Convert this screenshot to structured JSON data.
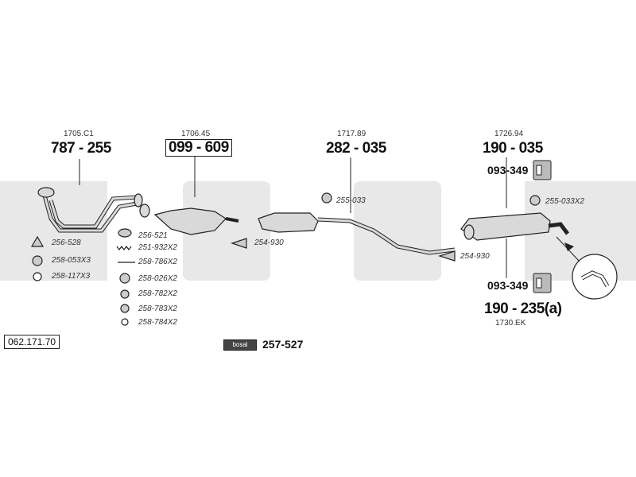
{
  "catalog_number": "062.171.70",
  "watermark_text": "bosal",
  "brand_tag": "bosal",
  "front_pipe": {
    "ref": "1705.C1",
    "part": "787 - 255"
  },
  "catalyst": {
    "ref": "1706.45",
    "part": "099 - 609"
  },
  "middle": {
    "ref": "1717.89",
    "part": "282 - 035"
  },
  "rear_upper": {
    "ref": "1726.94",
    "part": "190 - 035"
  },
  "rear_lower": {
    "ref": "1730.EK",
    "part": "190 - 235(a)"
  },
  "mounts": {
    "upper": "093-349",
    "lower": "093-349"
  },
  "kit": "257-527",
  "accessories": {
    "a256_528": "256-528",
    "a258_053": "258-053X3",
    "a258_117": "258-117X3",
    "a256_521": "256-521",
    "a251_932": "251-932X2",
    "a258_786": "258-786X2",
    "a258_026": "258-026X2",
    "a258_782": "258-782X2",
    "a258_783": "258-783X2",
    "a258_784": "258-784X2",
    "a254_930_mid": "254-930",
    "a255_033": "255-033",
    "a255_033x2": "255-033X2",
    "a254_930_rear": "254-930"
  },
  "colors": {
    "watermark": "#e6e6e6",
    "part_fill": "#d9d9d9",
    "line": "#222222"
  }
}
